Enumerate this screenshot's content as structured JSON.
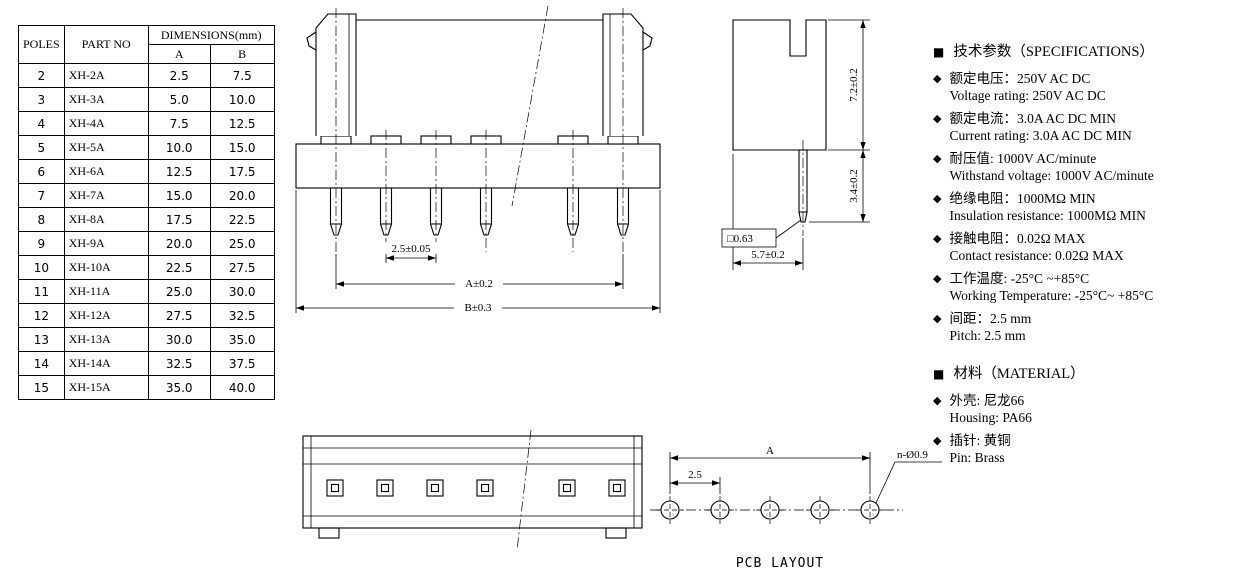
{
  "icons": {
    "section_marker": "■",
    "item_marker": "◆"
  },
  "table": {
    "headers": {
      "poles": "POLES",
      "part_no": "PART NO",
      "dimensions": "DIMENSIONS(mm)",
      "col_a": "A",
      "col_b": "B"
    },
    "rows": [
      {
        "poles": "2",
        "part": "XH-2A",
        "a": "2.5",
        "b": "7.5"
      },
      {
        "poles": "3",
        "part": "XH-3A",
        "a": "5.0",
        "b": "10.0"
      },
      {
        "poles": "4",
        "part": "XH-4A",
        "a": "7.5",
        "b": "12.5"
      },
      {
        "poles": "5",
        "part": "XH-5A",
        "a": "10.0",
        "b": "15.0"
      },
      {
        "poles": "6",
        "part": "XH-6A",
        "a": "12.5",
        "b": "17.5"
      },
      {
        "poles": "7",
        "part": "XH-7A",
        "a": "15.0",
        "b": "20.0"
      },
      {
        "poles": "8",
        "part": "XH-8A",
        "a": "17.5",
        "b": "22.5"
      },
      {
        "poles": "9",
        "part": "XH-9A",
        "a": "20.0",
        "b": "25.0"
      },
      {
        "poles": "10",
        "part": "XH-10A",
        "a": "22.5",
        "b": "27.5"
      },
      {
        "poles": "11",
        "part": "XH-11A",
        "a": "25.0",
        "b": "30.0"
      },
      {
        "poles": "12",
        "part": "XH-12A",
        "a": "27.5",
        "b": "32.5"
      },
      {
        "poles": "13",
        "part": "XH-13A",
        "a": "30.0",
        "b": "35.0"
      },
      {
        "poles": "14",
        "part": "XH-14A",
        "a": "32.5",
        "b": "37.5"
      },
      {
        "poles": "15",
        "part": "XH-15A",
        "a": "35.0",
        "b": "40.0"
      }
    ]
  },
  "front_view": {
    "dim_pitch": "2.5±0.05",
    "dim_a": "A±0.2",
    "dim_b": "B±0.3"
  },
  "side_view": {
    "dim_height": "7.2±0.2",
    "dim_pin_len": "3.4±0.2",
    "dim_pin_square": "□0.63",
    "dim_width": "5.7±0.2"
  },
  "pcb_layout": {
    "dim_pitch": "2.5",
    "dim_span": "A",
    "hole_label": "n-Ø0.9",
    "caption": "PCB LAYOUT"
  },
  "specs": {
    "title": "技术参数（SPECIFICATIONS）",
    "items": [
      {
        "zh": "额定电压：250V AC DC",
        "en": "Voltage rating: 250V AC DC"
      },
      {
        "zh": "额定电流：3.0A AC DC  MIN",
        "en": "Current rating: 3.0A  AC DC  MIN"
      },
      {
        "zh": "耐压值: 1000V AC/minute",
        "en": "Withstand voltage: 1000V AC/minute"
      },
      {
        "zh": "绝缘电阻：1000MΩ  MIN",
        "en": "Insulation resistance: 1000MΩ  MIN"
      },
      {
        "zh": "接触电阻：0.02Ω  MAX",
        "en": "Contact resistance:  0.02Ω  MAX"
      },
      {
        "zh": "工作温度: -25°C ~+85°C",
        "en": "Working Temperature: -25°C~ +85°C"
      },
      {
        "zh": "间距：2.5 mm",
        "en": "Pitch:  2.5 mm"
      }
    ]
  },
  "material": {
    "title": "材料（MATERIAL）",
    "items": [
      {
        "zh": "外壳: 尼龙66",
        "en": "Housing:  PA66"
      },
      {
        "zh": "插针: 黄铜",
        "en": "Pin:  Brass"
      }
    ]
  }
}
